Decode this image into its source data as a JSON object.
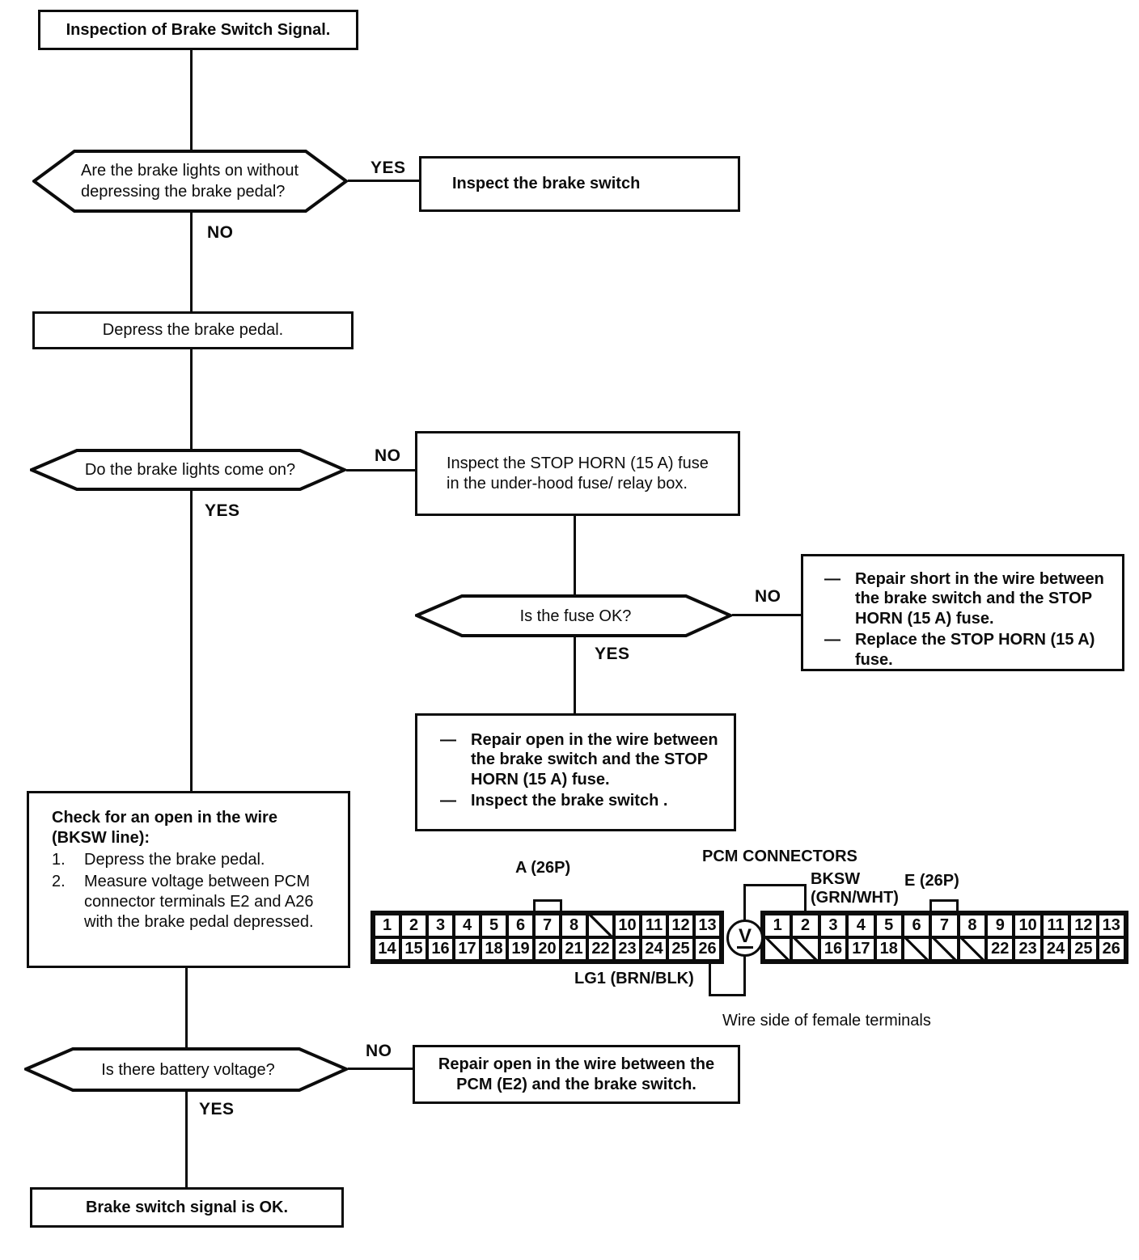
{
  "title": "Inspection of Brake Switch Signal.",
  "labels": {
    "yes": "YES",
    "no": "NO",
    "dash": "—"
  },
  "nodes": {
    "q_lights_without": "Are the brake lights on without depressing the brake pedal?",
    "inspect_brake_switch": "Inspect the brake switch",
    "depress_pedal": "Depress the brake pedal.",
    "q_lights_come_on": "Do the brake lights come on?",
    "inspect_fuse": "Inspect the STOP HORN (15 A) fuse in the under-hood fuse/ relay box.",
    "q_fuse_ok": "Is the fuse OK?",
    "repair_short": {
      "items": [
        "Repair short in the wire between the brake switch and the STOP HORN (15 A) fuse.",
        "Replace the STOP HORN (15 A) fuse."
      ]
    },
    "repair_open_fuse": {
      "items": [
        "Repair open in the wire between the brake switch and the STOP HORN (15 A) fuse.",
        "Inspect the brake switch ."
      ]
    },
    "check_open": {
      "heading": "Check for an open in the wire (BKSW line):",
      "steps": [
        {
          "num": "1.",
          "text": "Depress the brake pedal."
        },
        {
          "num": "2.",
          "text": "Measure voltage between PCM connector terminals E2 and A26 with the brake pedal depressed."
        }
      ]
    },
    "q_battery": "Is there battery voltage?",
    "repair_open_pcm": "Repair open in the wire between the PCM (E2) and the brake switch.",
    "ok": "Brake switch signal is OK."
  },
  "connectors": {
    "heading": "PCM CONNECTORS",
    "caption": "Wire side of female terminals",
    "meter": "V",
    "a": {
      "label": "A (26P)",
      "wire_label": "LG1 (BRN/BLK)",
      "row1": [
        "1",
        "2",
        "3",
        "4",
        "5",
        "6",
        "7",
        "8",
        null,
        "10",
        "11",
        "12",
        "13"
      ],
      "row2": [
        "14",
        "15",
        "16",
        "17",
        "18",
        "19",
        "20",
        "21",
        "22",
        "23",
        "24",
        "25",
        "26"
      ]
    },
    "e": {
      "label": "E (26P)",
      "wire_label_1": "BKSW",
      "wire_label_2": "(GRN/WHT)",
      "row1": [
        "1",
        "2",
        "3",
        "4",
        "5",
        "6",
        "7",
        "8",
        "9",
        "10",
        "11",
        "12",
        "13"
      ],
      "row2": [
        null,
        null,
        "16",
        "17",
        "18",
        null,
        null,
        null,
        "22",
        "23",
        "24",
        "25",
        "26"
      ]
    }
  }
}
